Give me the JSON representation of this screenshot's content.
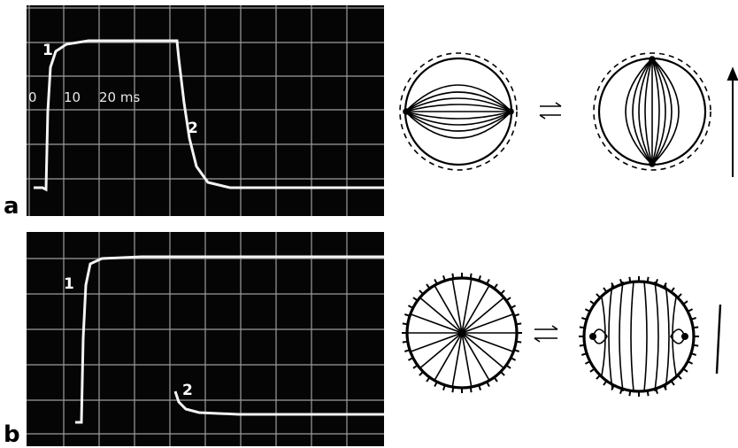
{
  "panels": [
    {
      "label": "a",
      "trace_labels": [
        "1",
        "2"
      ],
      "time_markers": [
        "0",
        "10",
        "20 ms"
      ],
      "diagram": "bipolar-to-bipolar-axial-arrangement",
      "equilibrium_symbol": "⇌"
    },
    {
      "label": "b",
      "trace_labels": [
        "1",
        "2"
      ],
      "diagram": "radial-to-bipolar-arrangement",
      "equilibrium_symbol": "⇌"
    }
  ],
  "colors": {
    "screen": "#050505",
    "grid": "#d8d8d8",
    "trace": "#f4f4f4",
    "ink": "#000000"
  }
}
